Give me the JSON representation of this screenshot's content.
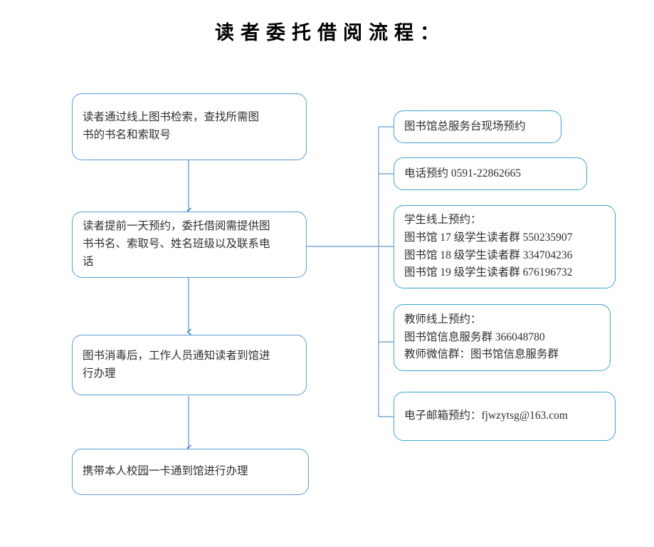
{
  "page": {
    "title": "读者委托借阅流程：",
    "background_color": "#ffffff",
    "left_box_border_color": "#5b9bd5",
    "right_box_border_color": "#41a5cf",
    "connector_color": "#5b9bd5"
  },
  "flow": {
    "steps": [
      {
        "id": "step-1",
        "text": "读者通过线上图书检索，查找所需图\n书的书名和索取号"
      },
      {
        "id": "step-2",
        "text": "读者提前一天预约，委托借阅需提供图\n书书名、索取号、姓名班级以及联系电\n话"
      },
      {
        "id": "step-3",
        "text": "图书消毒后，工作人员通知读者到馆进\n行办理"
      },
      {
        "id": "step-4",
        "text": "携带本人校园一卡通到馆进行办理"
      }
    ],
    "arrows": [
      {
        "from": "step-1",
        "to": "step-2"
      },
      {
        "from": "step-2",
        "to": "step-3"
      },
      {
        "from": "step-3",
        "to": "step-4"
      }
    ]
  },
  "booking_options": {
    "attached_to": "step-2",
    "items": [
      {
        "id": "option-onsite",
        "text": "图书馆总服务台现场预约"
      },
      {
        "id": "option-phone",
        "text": "电话预约 0591-22862665"
      },
      {
        "id": "option-student",
        "text": "学生线上预约：\n图书馆 17 级学生读者群 550235907\n图书馆 18 级学生读者群 334704236\n图书馆 19 级学生读者群 676196732"
      },
      {
        "id": "option-teacher",
        "text": "教师线上预约：\n图书馆信息服务群 366048780\n教师微信群：图书馆信息服务群"
      },
      {
        "id": "option-email",
        "text": "电子邮箱预约：fjwzytsg@163.com"
      }
    ]
  }
}
